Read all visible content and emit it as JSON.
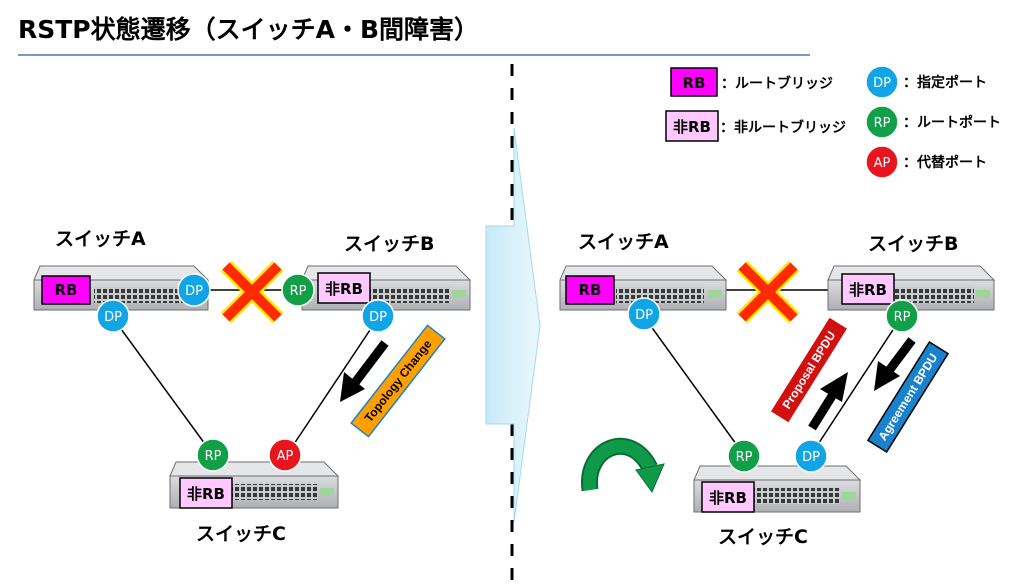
{
  "title": "RSTP状態遷移（スイッチA・B間障害）",
  "legend": {
    "rb_badge": "RB",
    "rb_text": "：ルートブリッジ",
    "nrb_badge": "非RB",
    "nrb_text": "：非ルートブリッジ",
    "dp_badge": "DP",
    "dp_text": "：指定ポート",
    "rp_badge": "RP",
    "rp_text": "：ルートポート",
    "ap_badge": "AP",
    "ap_text": "：代替ポート"
  },
  "colors": {
    "root_bridge": "#ff00ff",
    "non_root_bridge": "#ffc8ff",
    "designated_port": "#12a5e6",
    "root_port": "#11a048",
    "alternate_port": "#e8141e",
    "failure_mark": "#ff2a00",
    "failure_mark_outline": "#ffe800",
    "topology_change_band": "#ffa000",
    "proposal_band": "#d21010",
    "agreement_band": "#1a82cd",
    "transition_arrow": "#d7f0fc",
    "rotate_arrow": "#0f9a4a",
    "title_rule": "#7a98c4"
  },
  "left": {
    "switch_a": {
      "name": "スイッチA",
      "badge": "RB",
      "ports": [
        "DP",
        "DP"
      ]
    },
    "switch_b": {
      "name": "スイッチB",
      "badge": "非RB",
      "ports": [
        "RP",
        "DP"
      ]
    },
    "switch_c": {
      "name": "スイッチC",
      "badge": "非RB",
      "ports": [
        "RP",
        "AP"
      ]
    },
    "message": "Topology Change"
  },
  "right": {
    "switch_a": {
      "name": "スイッチA",
      "badge": "RB",
      "ports": [
        "DP"
      ]
    },
    "switch_b": {
      "name": "スイッチB",
      "badge": "非RB",
      "ports": [
        "RP"
      ]
    },
    "switch_c": {
      "name": "スイッチC",
      "badge": "非RB",
      "ports": [
        "RP",
        "DP"
      ]
    },
    "proposal": "Proposal BPDU",
    "agreement": "Agreement BPDU"
  }
}
